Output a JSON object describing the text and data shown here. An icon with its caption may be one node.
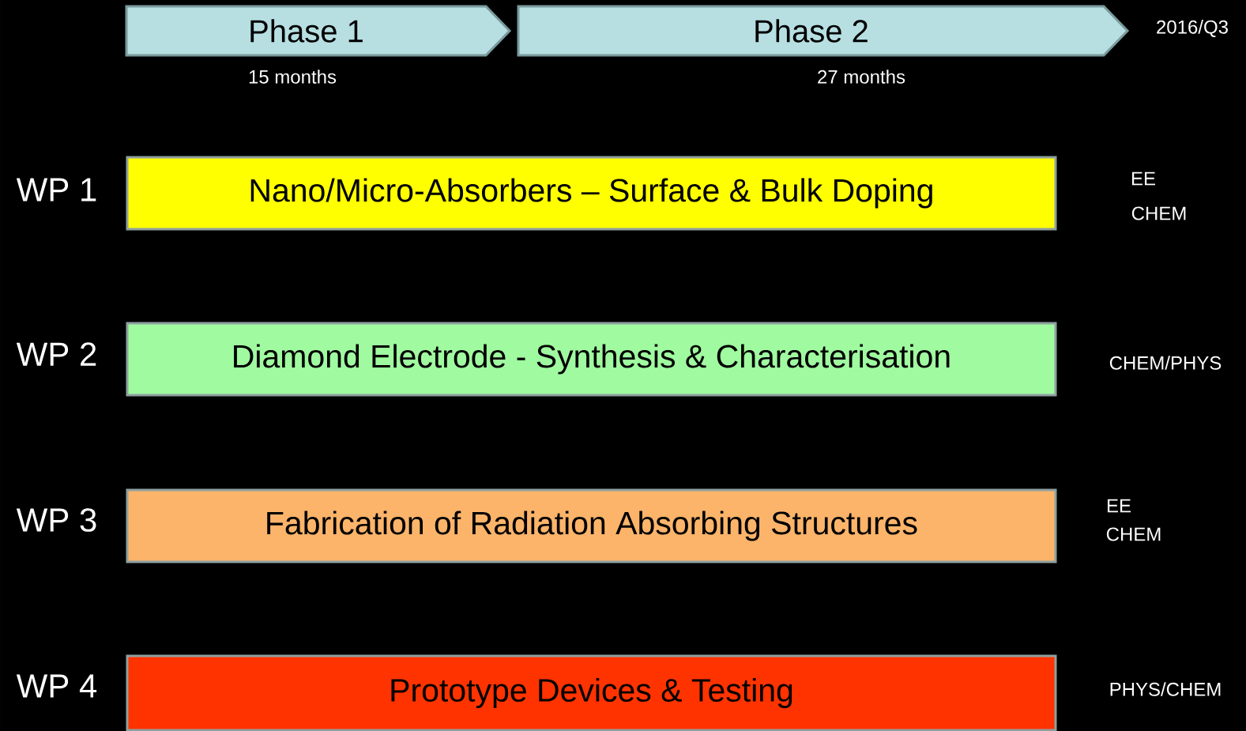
{
  "diagram": {
    "nodes": [
      {
        "text": [
          "Phase 1"
        ],
        "beside": [
          "15 months"
        ]
      },
      {
        "text": [
          "Phase 2"
        ],
        "beside": [
          "27 months"
        ]
      },
      {
        "text": [
          "Nano/Micro-Absorbers – Surface & Bulk Doping"
        ],
        "beside": [
          "WP 1"
        ]
      },
      {
        "text": [
          "Diamond Electrode - Synthesis & Characterisation"
        ],
        "beside": [
          "WP 2"
        ]
      },
      {
        "text": [
          "Fabrication of Radiation Absorbing Structures"
        ],
        "beside": [
          "WP 3"
        ]
      },
      {
        "text": [
          "Prototype Devices & Testing"
        ],
        "beside": [
          "WP 4"
        ]
      }
    ],
    "labels": [
      "2016/Q3",
      "EE",
      "CHEM",
      "CHEM/PHYS",
      "EE",
      "CHEM",
      "PHYS/CHEM"
    ]
  }
}
